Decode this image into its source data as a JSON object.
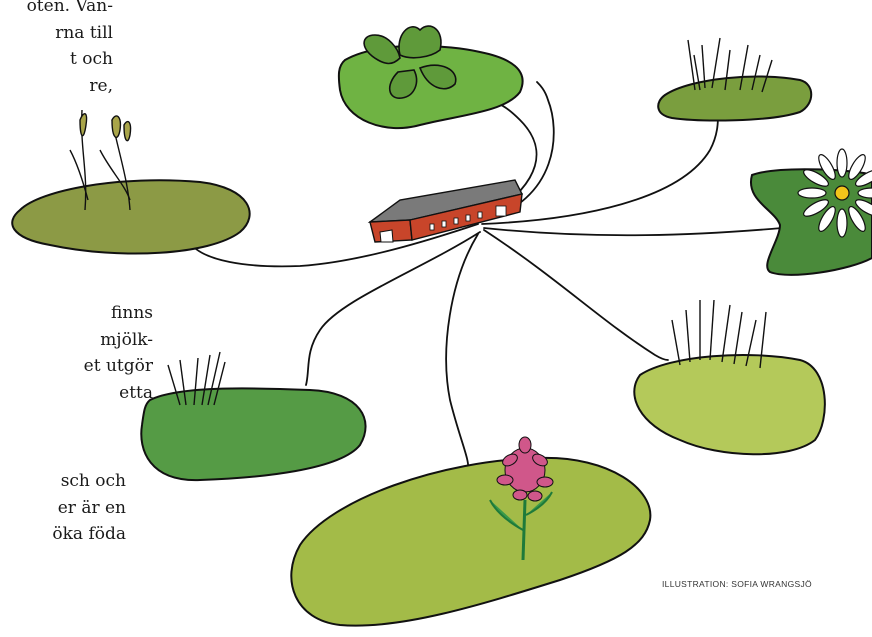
{
  "text": {
    "block1": [
      "oten. Vän-",
      "rna till",
      "t och",
      "re,"
    ],
    "block2": [
      "finns",
      "mjölk-",
      "et utgör",
      "etta"
    ],
    "block3": [
      "sch och",
      "er är en",
      "öka föda"
    ]
  },
  "credit": "ILLUSTRATION: SOFIA WRANGSJÖ",
  "colors": {
    "olive": "#8c9a45",
    "green": "#6fb343",
    "mid_green": "#7a9e3e",
    "dark_green": "#4a8a3a",
    "forest": "#559b45",
    "lime": "#b4c95a",
    "light_lime": "#a3bb48",
    "barn_red": "#c8452a",
    "barn_roof": "#7a7a7a",
    "clover_pink": "#d0578a"
  }
}
